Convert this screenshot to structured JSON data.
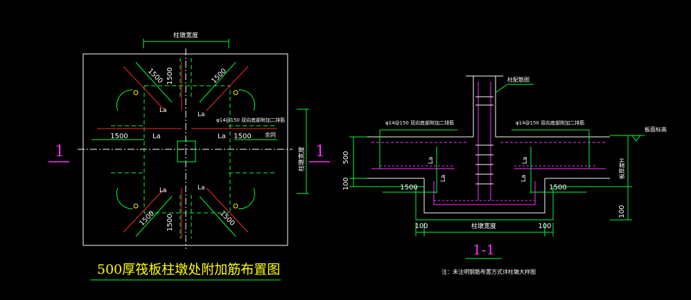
{
  "plan": {
    "dim_col_width": "柱墩宽度",
    "dim_1500": "1500",
    "dim_la": "La",
    "rebar_note": "φ14@150 双向底部附加二排筋",
    "rebar_tail": "余同",
    "section_mark_left": "1",
    "section_mark_right": "1",
    "title": "500厚筏板柱墩处附加筋布置图"
  },
  "section": {
    "top_note": "柱配筋图",
    "rebar_left": "φ14@150 双向底部附加二排筋",
    "rebar_right": "φ14@150 双向底部附加二排筋",
    "slab_top_label": "板面标高",
    "slab_thk_label": "板厚度H",
    "dim_500": "500",
    "dim_100": "100",
    "dim_1500": "1500",
    "dim_la": "La",
    "dim_col_width": "柱墩宽度",
    "dim_100b": "100",
    "dim_100c": "100",
    "dim_100d": "100",
    "label": "1-1",
    "footnote": "注：未注明钢筋布置方式详柱墩大样图"
  },
  "colors": {
    "green": "#00ff3c",
    "red": "#ff2a2a",
    "magenta": "#ff33ff",
    "white": "#ffffff",
    "yellow": "#ffff00",
    "cyan": "#00ffff"
  }
}
